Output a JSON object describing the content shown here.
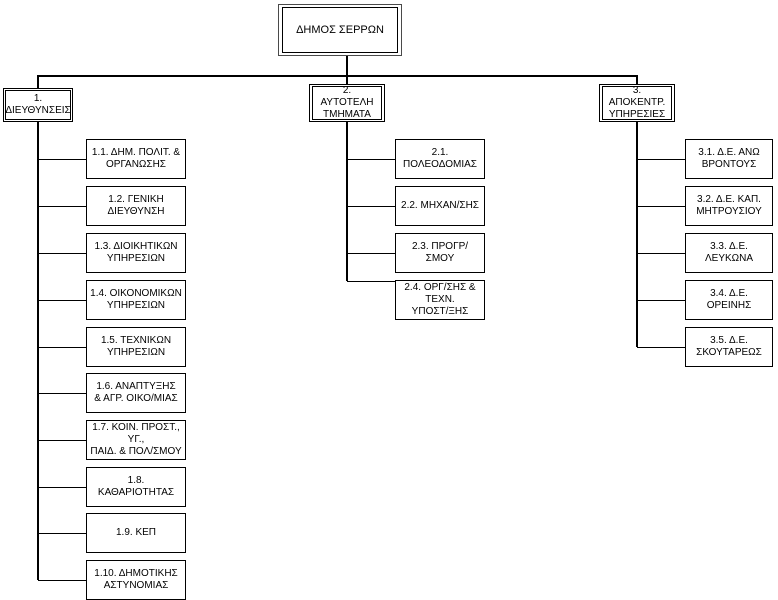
{
  "chart_data": {
    "type": "diagram",
    "title": "ΔΗΜΟΣ ΣΕΡΡΩΝ",
    "diagram_kind": "organizational-chart",
    "root": {
      "label": "ΔΗΜΟΣ ΣΕΡΡΩΝ"
    },
    "branches": [
      {
        "id": "1",
        "label": "1. ΔΙΕΥΘΥΝΣΕΙΣ",
        "children": [
          {
            "id": "1.1",
            "label": "1.1. ΔΗΜ. ΠΟΛΙΤ. &\nΟΡΓΑΝΩΣΗΣ"
          },
          {
            "id": "1.2",
            "label": "1.2. ΓΕΝΙΚΗ\nΔΙΕΥΘΥΝΣΗ"
          },
          {
            "id": "1.3",
            "label": "1.3. ΔΙΟΙΚΗΤΙΚΩΝ\nΥΠΗΡΕΣΙΩΝ"
          },
          {
            "id": "1.4",
            "label": "1.4. ΟΙΚΟΝΟΜΙΚΩΝ\nΥΠΗΡΕΣΙΩΝ"
          },
          {
            "id": "1.5",
            "label": "1.5. ΤΕΧΝΙΚΩΝ\nΥΠΗΡΕΣΙΩΝ"
          },
          {
            "id": "1.6",
            "label": "1.6. ΑΝΑΠΤΥΞΗΣ\n& ΑΓΡ. ΟΙΚΟ/ΜΙΑΣ"
          },
          {
            "id": "1.7",
            "label": "1.7. ΚΟΙΝ. ΠΡΟΣΤ., ΥΓ.,\nΠΑΙΔ. & ΠΟΛ/ΣΜΟΥ"
          },
          {
            "id": "1.8",
            "label": "1.8. ΚΑΘΑΡΙΟΤΗΤΑΣ"
          },
          {
            "id": "1.9",
            "label": "1.9. ΚΕΠ"
          },
          {
            "id": "1.10",
            "label": "1.10. ΔΗΜΟΤΙΚΗΣ\nΑΣΤΥΝΟΜΙΑΣ"
          }
        ]
      },
      {
        "id": "2",
        "label": "2. ΑΥΤΟΤΕΛΗ\nΤΜΗΜΑΤΑ",
        "children": [
          {
            "id": "2.1",
            "label": "2.1. ΠΟΛΕΟΔΟΜΙΑΣ"
          },
          {
            "id": "2.2",
            "label": "2.2. ΜΗΧΑΝ/ΣΗΣ"
          },
          {
            "id": "2.3",
            "label": "2.3. ΠΡΟΓΡ/ΣΜΟΥ"
          },
          {
            "id": "2.4",
            "label": "2.4. ΟΡΓ/ΣΗΣ & ΤΕΧΝ.\nΥΠΟΣΤ/ΞΗΣ"
          }
        ]
      },
      {
        "id": "3",
        "label": "3. ΑΠΟΚΕΝΤΡ.\nΥΠΗΡΕΣΙΕΣ",
        "children": [
          {
            "id": "3.1",
            "label": "3.1. Δ.Ε. ΑΝΩ\nΒΡΟΝΤΟΥΣ"
          },
          {
            "id": "3.2",
            "label": "3.2. Δ.Ε. ΚΑΠ.\nΜΗΤΡΟΥΣΙΟΥ"
          },
          {
            "id": "3.3",
            "label": "3.3. Δ.Ε. ΛΕΥΚΩΝΑ"
          },
          {
            "id": "3.4",
            "label": "3.4. Δ.Ε. ΟΡΕΙΝΗΣ"
          },
          {
            "id": "3.5",
            "label": "3.5. Δ.Ε.\nΣΚΟΥΤΑΡΕΩΣ"
          }
        ]
      }
    ],
    "colors": {
      "box_fill": "#ffffff",
      "box_border": "#000000",
      "shadow": "#9a9a9a",
      "connector": "#000000",
      "background": "#ffffff"
    }
  }
}
